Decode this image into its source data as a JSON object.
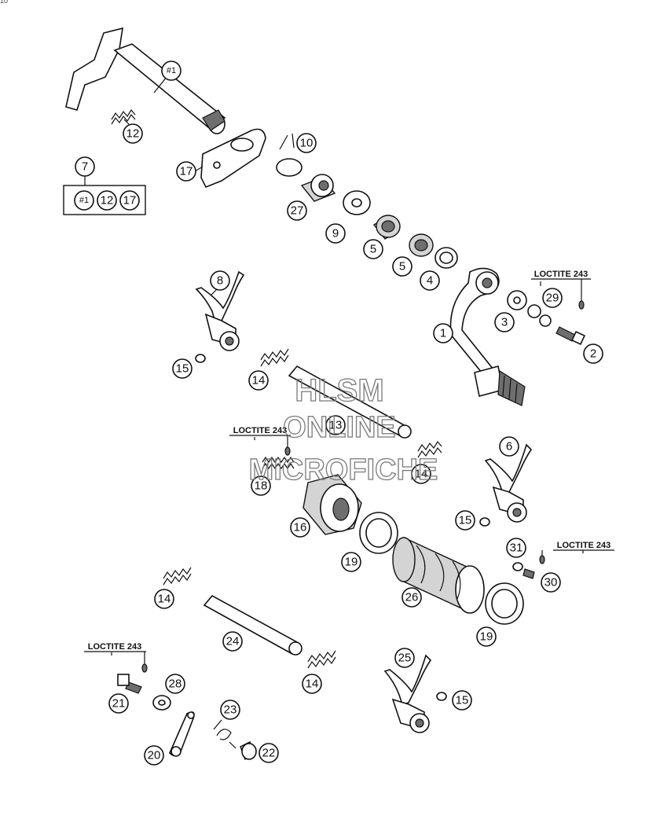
{
  "page_id": "10",
  "loctite_label": "LOCTITE 243",
  "watermark": {
    "line1": "HLSM",
    "line2": "ONLINE",
    "line3": "MICROFICHE"
  },
  "kit": {
    "number": "7",
    "contents": [
      "#1",
      "12",
      "17"
    ]
  },
  "callouts": {
    "c1": "#1",
    "c12": "12",
    "c17": "17",
    "c10": "10",
    "c27": "27",
    "c9": "9",
    "c5a": "5",
    "c5b": "5",
    "c4": "4",
    "c8": "8",
    "c1b": "1",
    "c3": "3",
    "c29": "29",
    "c2": "2",
    "c15a": "15",
    "c14a": "14",
    "c13": "13",
    "c18": "18",
    "c14b": "14",
    "c6": "6",
    "c16": "16",
    "c15b": "15",
    "c19a": "19",
    "c31": "31",
    "c30": "30",
    "c26": "26",
    "c19b": "19",
    "c14c": "14",
    "c24": "24",
    "c21": "21",
    "c28": "28",
    "c14d": "14",
    "c25": "25",
    "c15c": "15",
    "c23": "23",
    "c20": "20",
    "c22": "22"
  },
  "icons": [
    "shift-shaft",
    "spring",
    "shift-pawl",
    "circlip",
    "bushing",
    "washer",
    "shift-lever",
    "shift-fork",
    "fork-shaft",
    "shift-drum",
    "bearing",
    "screw",
    "locking-lever",
    "spacer"
  ]
}
